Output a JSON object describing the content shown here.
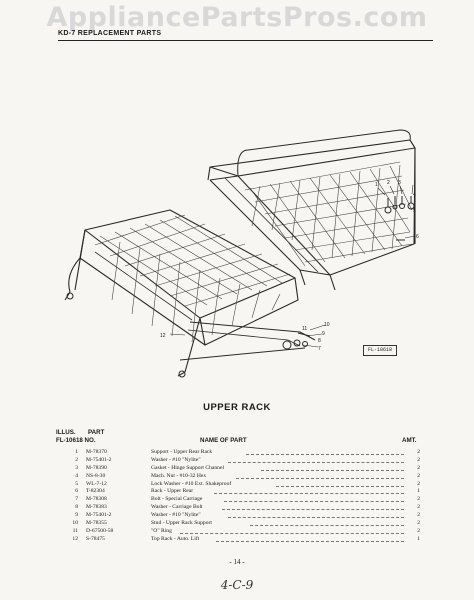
{
  "watermark": "AppliancePartsPros.com",
  "header": {
    "title": "KD-7 REPLACEMENT PARTS"
  },
  "figure": {
    "tag": "FL-10618",
    "callouts": [
      "1",
      "2",
      "3",
      "4",
      "5",
      "6",
      "7",
      "8",
      "9",
      "10",
      "11",
      "12"
    ]
  },
  "section_title": "UPPER RACK",
  "table": {
    "head": {
      "illus_line1": "ILLUS.",
      "illus_line2": "FL-10618 NO.",
      "part_line1": "PART",
      "name_col": "NAME OF PART",
      "amt_col": "AMT."
    },
    "rows": [
      {
        "no": "1",
        "part": "M-78370",
        "name": "Support - Upper Rear Rack",
        "amt": "2"
      },
      {
        "no": "2",
        "part": "M-75401-2",
        "name": "Washer - #10 \"Nylite\"",
        "amt": "2"
      },
      {
        "no": "3",
        "part": "M-78390",
        "name": "Gasket - Hinge Support Channel",
        "amt": "2"
      },
      {
        "no": "4",
        "part": "NS-8-30",
        "name": "Mach. Nut - #10-32 Hex",
        "amt": "2"
      },
      {
        "no": "5",
        "part": "WL-7-12",
        "name": "Lock Washer - #10 Ext. Shakeproof",
        "amt": "2"
      },
      {
        "no": "6",
        "part": "T-82304",
        "name": "Rack - Upper Rear",
        "amt": "1"
      },
      {
        "no": "7",
        "part": "M-78308",
        "name": "Bolt - Special Carriage",
        "amt": "2"
      },
      {
        "no": "8",
        "part": "M-78383",
        "name": "Washer - Carriage Bolt",
        "amt": "2"
      },
      {
        "no": "9",
        "part": "M-75401-2",
        "name": "Washer - #10 \"Nylite\"",
        "amt": "2"
      },
      {
        "no": "10",
        "part": "M-78355",
        "name": "Stud - Upper Rack Support",
        "amt": "2"
      },
      {
        "no": "11",
        "part": "D-67500-58",
        "name": "\"O\" Ring",
        "amt": "2"
      },
      {
        "no": "12",
        "part": "S-78475",
        "name": "Top Rack - Auto. Lift",
        "amt": "1"
      }
    ]
  },
  "page_number": "- 14 -",
  "handwritten_note": "4-C-9"
}
